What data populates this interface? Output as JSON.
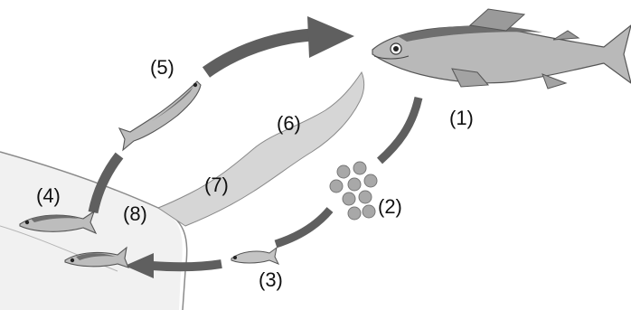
{
  "labels": {
    "l1": "(1)",
    "l2": "(2)",
    "l3": "(3)",
    "l4": "(4)",
    "l5": "(5)",
    "l6": "(6)",
    "l7": "(7)",
    "l8": "(8)"
  },
  "colors": {
    "arrow": "#5f5f5f",
    "river": "#d9d9d9",
    "sea": "#eeeeee",
    "line": "#7a7a7a",
    "fish_body": "#b9b9b9",
    "fish_back": "#6e6e6e",
    "egg": "#a8a8a8"
  }
}
